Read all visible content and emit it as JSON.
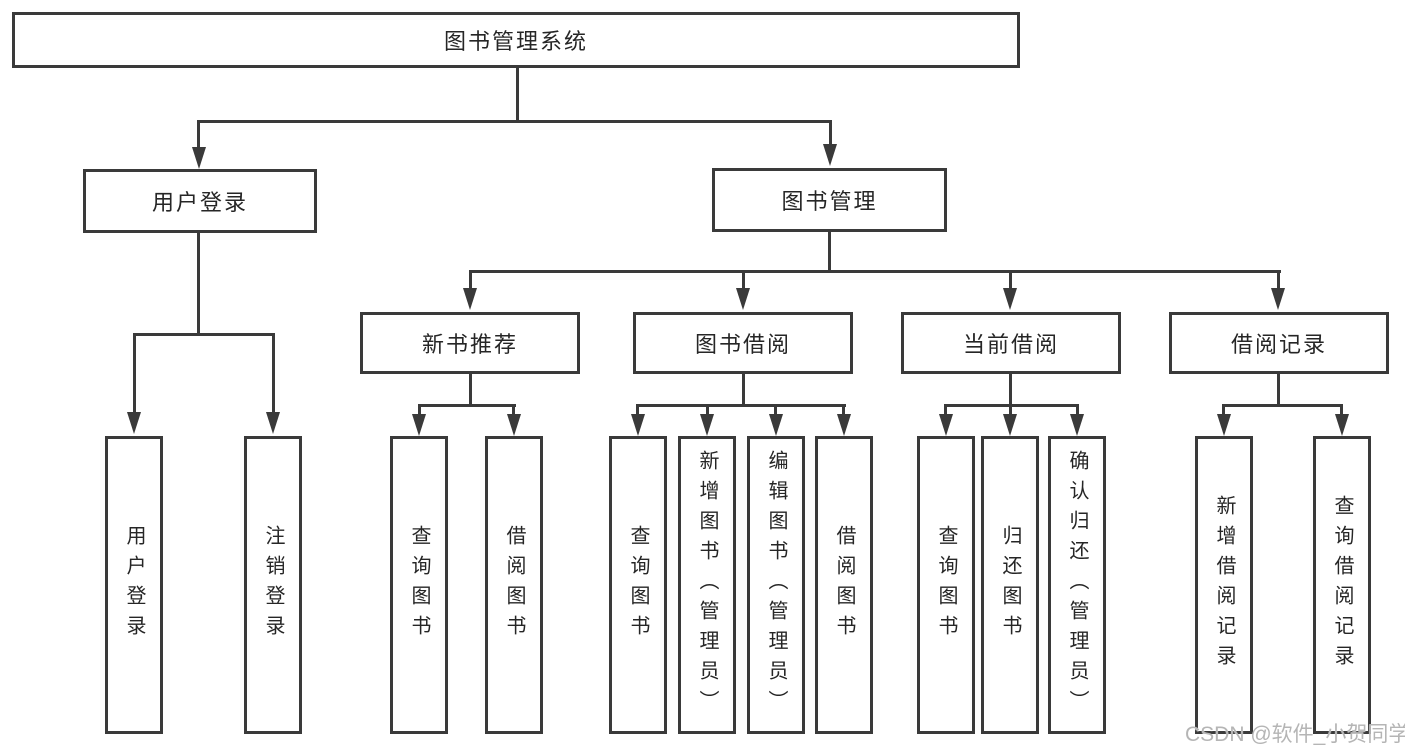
{
  "tree": {
    "label": "图书管理系统",
    "children": [
      {
        "label": "用户登录",
        "children": [
          {
            "label": "用户登录"
          },
          {
            "label": "注销登录"
          }
        ]
      },
      {
        "label": "图书管理",
        "children": [
          {
            "label": "新书推荐",
            "children": [
              {
                "label": "查询图书"
              },
              {
                "label": "借阅图书"
              }
            ]
          },
          {
            "label": "图书借阅",
            "children": [
              {
                "label": "查询图书"
              },
              {
                "label": "新增图书（管理员）"
              },
              {
                "label": "编辑图书（管理员）"
              },
              {
                "label": "借阅图书"
              }
            ]
          },
          {
            "label": "当前借阅",
            "children": [
              {
                "label": "查询图书"
              },
              {
                "label": "归还图书"
              },
              {
                "label": "确认归还（管理员）"
              }
            ]
          },
          {
            "label": "借阅记录",
            "children": [
              {
                "label": "新增借阅记录"
              },
              {
                "label": "查询借阅记录"
              }
            ]
          }
        ]
      }
    ]
  },
  "watermark": "CSDN @软件_小贺同学",
  "colors": {
    "line": "#3a3a3a",
    "text": "#262626",
    "background": "#ffffff",
    "watermark": "#b5b5b5"
  }
}
